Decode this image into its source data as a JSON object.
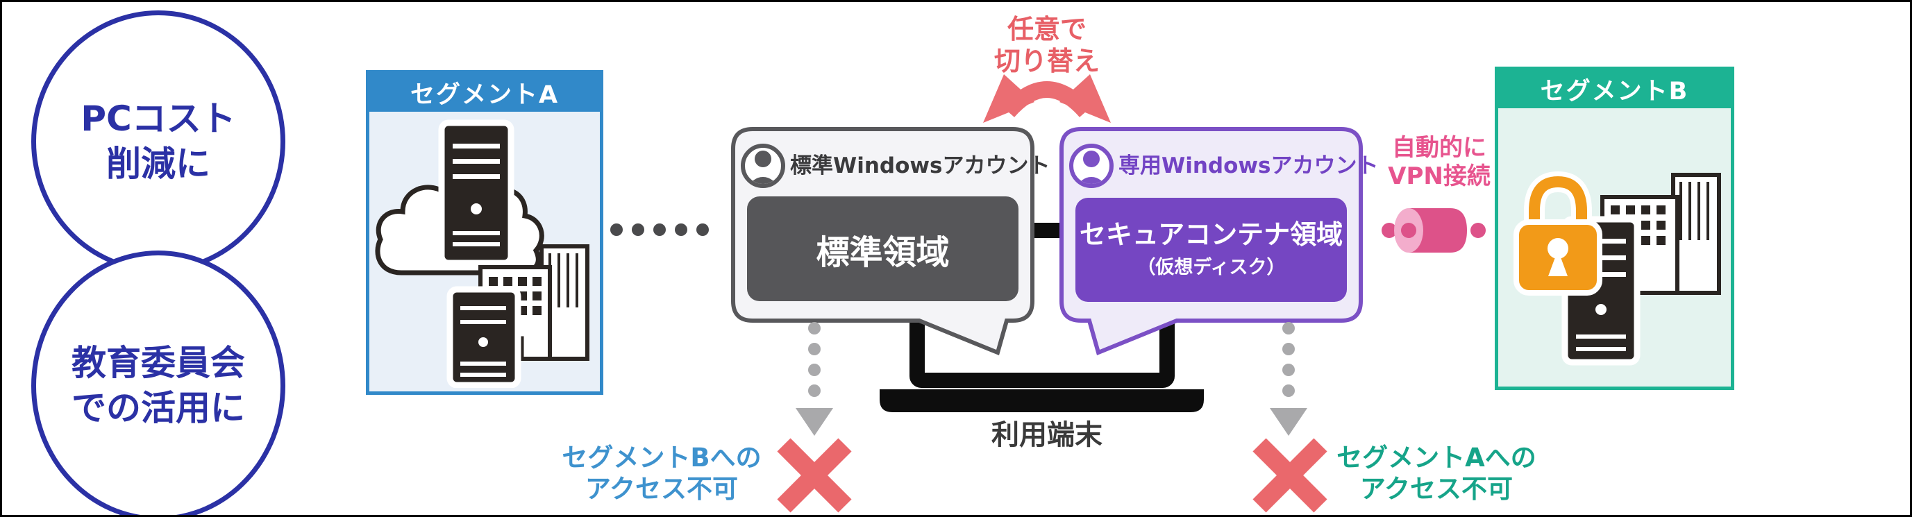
{
  "benefits": {
    "first": "PCコスト\n削減に",
    "second": "教育委員会\nでの活用に"
  },
  "segment_a": {
    "title": "セグメントA"
  },
  "segment_b": {
    "title": "セグメントB"
  },
  "switcher": {
    "note": "任意で\n切り替え"
  },
  "standard": {
    "account": "標準Windowsアカウント",
    "area": "標準領域",
    "denied": "セグメントBへの\nアクセス不可"
  },
  "secure": {
    "account": "専用Windowsアカウント",
    "area": "セキュアコンテナ領域",
    "area_sub": "（仮想ディスク）",
    "denied": "セグメントAへの\nアクセス不可",
    "vpn": "自動的に\nVPN接続"
  },
  "terminal": {
    "label": "利用端末"
  },
  "icons": {
    "user": "user-icon",
    "cloud": "cloud-icon",
    "server": "server-icon",
    "building": "building-icon",
    "lock": "lock-icon",
    "laptop": "laptop-icon",
    "vpn_tunnel": "vpn-tunnel-icon",
    "switch_arrow": "double-curved-arrow-icon",
    "denied_mark": "x-mark-icon",
    "flow_arrow": "dotted-arrow-icon"
  },
  "colors": {
    "benefit_blue": "#2B31A5",
    "segment_a_blue": "#3189C9",
    "segment_a_fill": "#E9F0F8",
    "segment_b_teal": "#1CB393",
    "segment_b_fill": "#E4F3EF",
    "standard_gray": "#58585B",
    "standard_area_fill": "#565659",
    "secure_purple_border": "#7B50C5",
    "secure_purple_fill": "#7546C2",
    "secure_bubble_fill": "#EFEBF9",
    "switch_red": "#E75F66",
    "x_mark_red": "#EA686C",
    "vpn_pink": "#E7548E",
    "vpn_tunnel_pink": "#DD5289",
    "denied_blue_text": "#3E92CE",
    "denied_green_text": "#16A489",
    "lock_orange": "#F29A18",
    "laptop_black": "#0D0D0D",
    "flow_gray": "#A9A9AB"
  }
}
